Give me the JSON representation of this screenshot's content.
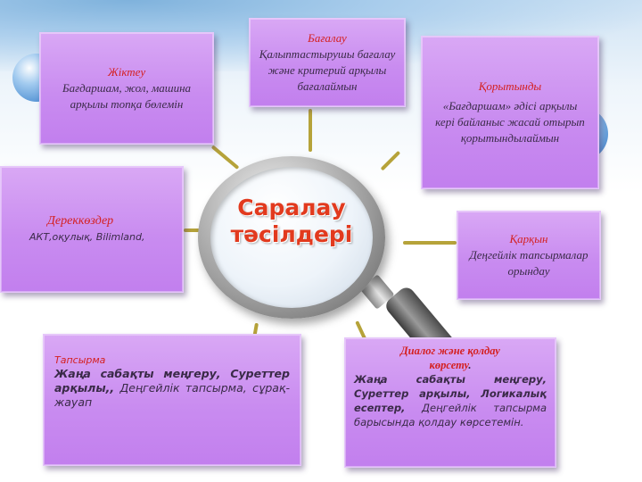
{
  "center": {
    "line1": "Саралау",
    "line2": "тәсілдері"
  },
  "boxes": {
    "jiktey": {
      "title": "Жіктеу",
      "body": "Бағдаршам, жол, машина арқылы топқа бөлемін"
    },
    "bagalau": {
      "title": "Бағалау",
      "body": "Қалыптастырушы бағалау және критерий арқылы бағалаймын"
    },
    "qorytyndy": {
      "title": "Қорытынды",
      "body": "«Бағдаршам» әдісі арқылы кері байланыс жасай отырып қорытындылаймын"
    },
    "derekkozder": {
      "title": "Дереккөздер",
      "body": "АКТ,оқулық, Bilimland,"
    },
    "qarqyn": {
      "title": "Қарқын",
      "body": "Деңгейлік тапсырмалар орындау"
    },
    "tapsyrma": {
      "title": "Тапсырма",
      "body_bold": "Жаңа сабақты меңгеру, Суреттер арқылы,,",
      "body_rest": " Деңгейлік тапсырма, сұрақ-жауап"
    },
    "dialog": {
      "title": "Диалог және қолдау көрсету",
      "title_dot": ".",
      "body_bold": "Жаңа сабақты меңгеру, Суреттер арқылы, Логикалық есептер,",
      "body_rest": " Деңгейлік тапсырма барысында қолдау көрсетемін."
    }
  },
  "colors": {
    "accent_red": "#d42020",
    "box_purple": "#c98cf0",
    "connector": "#b6a33a"
  }
}
